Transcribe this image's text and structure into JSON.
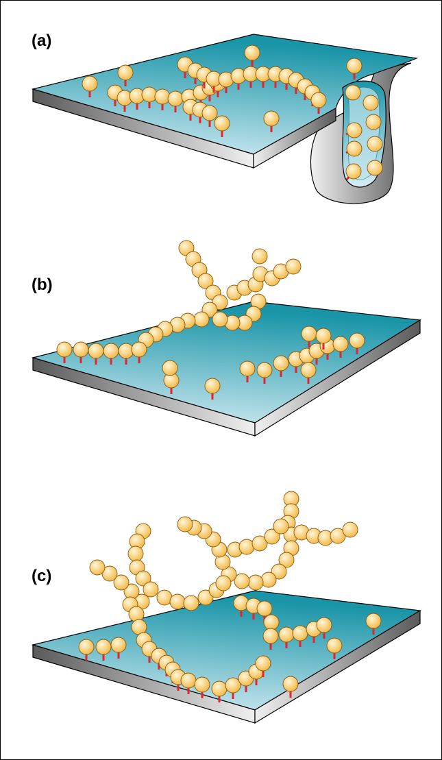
{
  "panels": [
    {
      "label": "(a)"
    },
    {
      "label": "(b)"
    },
    {
      "label": "(c)"
    }
  ],
  "colors": {
    "membrane_top_light": "#d8eef5",
    "membrane_top_dark": "#1a95a8",
    "membrane_side_light": "#f0f0f0",
    "membrane_side_dark": "#5a5a5a",
    "bead_light": "#fff6d8",
    "bead_dark": "#f2b640",
    "bead_edge": "#8a5a10",
    "anchor": "#e0262e",
    "border": "#000000"
  },
  "icons": [
    "membrane-slab",
    "anchored-polymer-bead",
    "free-polymer-bead",
    "membrane-invagination"
  ]
}
